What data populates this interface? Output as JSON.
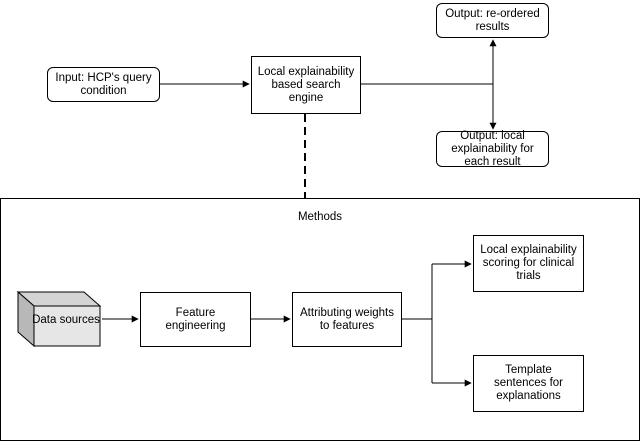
{
  "top_flow": {
    "input_label": "Input: HCP's query condition",
    "engine_label": "Local explainability based search engine",
    "output_reordered_label": "Output: re-ordered results",
    "output_local_label": "Output: local explainability for each result"
  },
  "methods": {
    "title": "Methods",
    "data_sources_label": "Data sources",
    "feature_engineering_label": "Feature engineering",
    "attributing_weights_label": "Attributing weights to features",
    "scoring_label": "Local explainability scoring for clinical trials",
    "template_label": "Template sentences for explanations"
  },
  "colors": {
    "stroke": "#000000",
    "cube_top": "#d4d4d4",
    "cube_side": "#b8b8b8",
    "cube_front": "#e6e6e6"
  }
}
